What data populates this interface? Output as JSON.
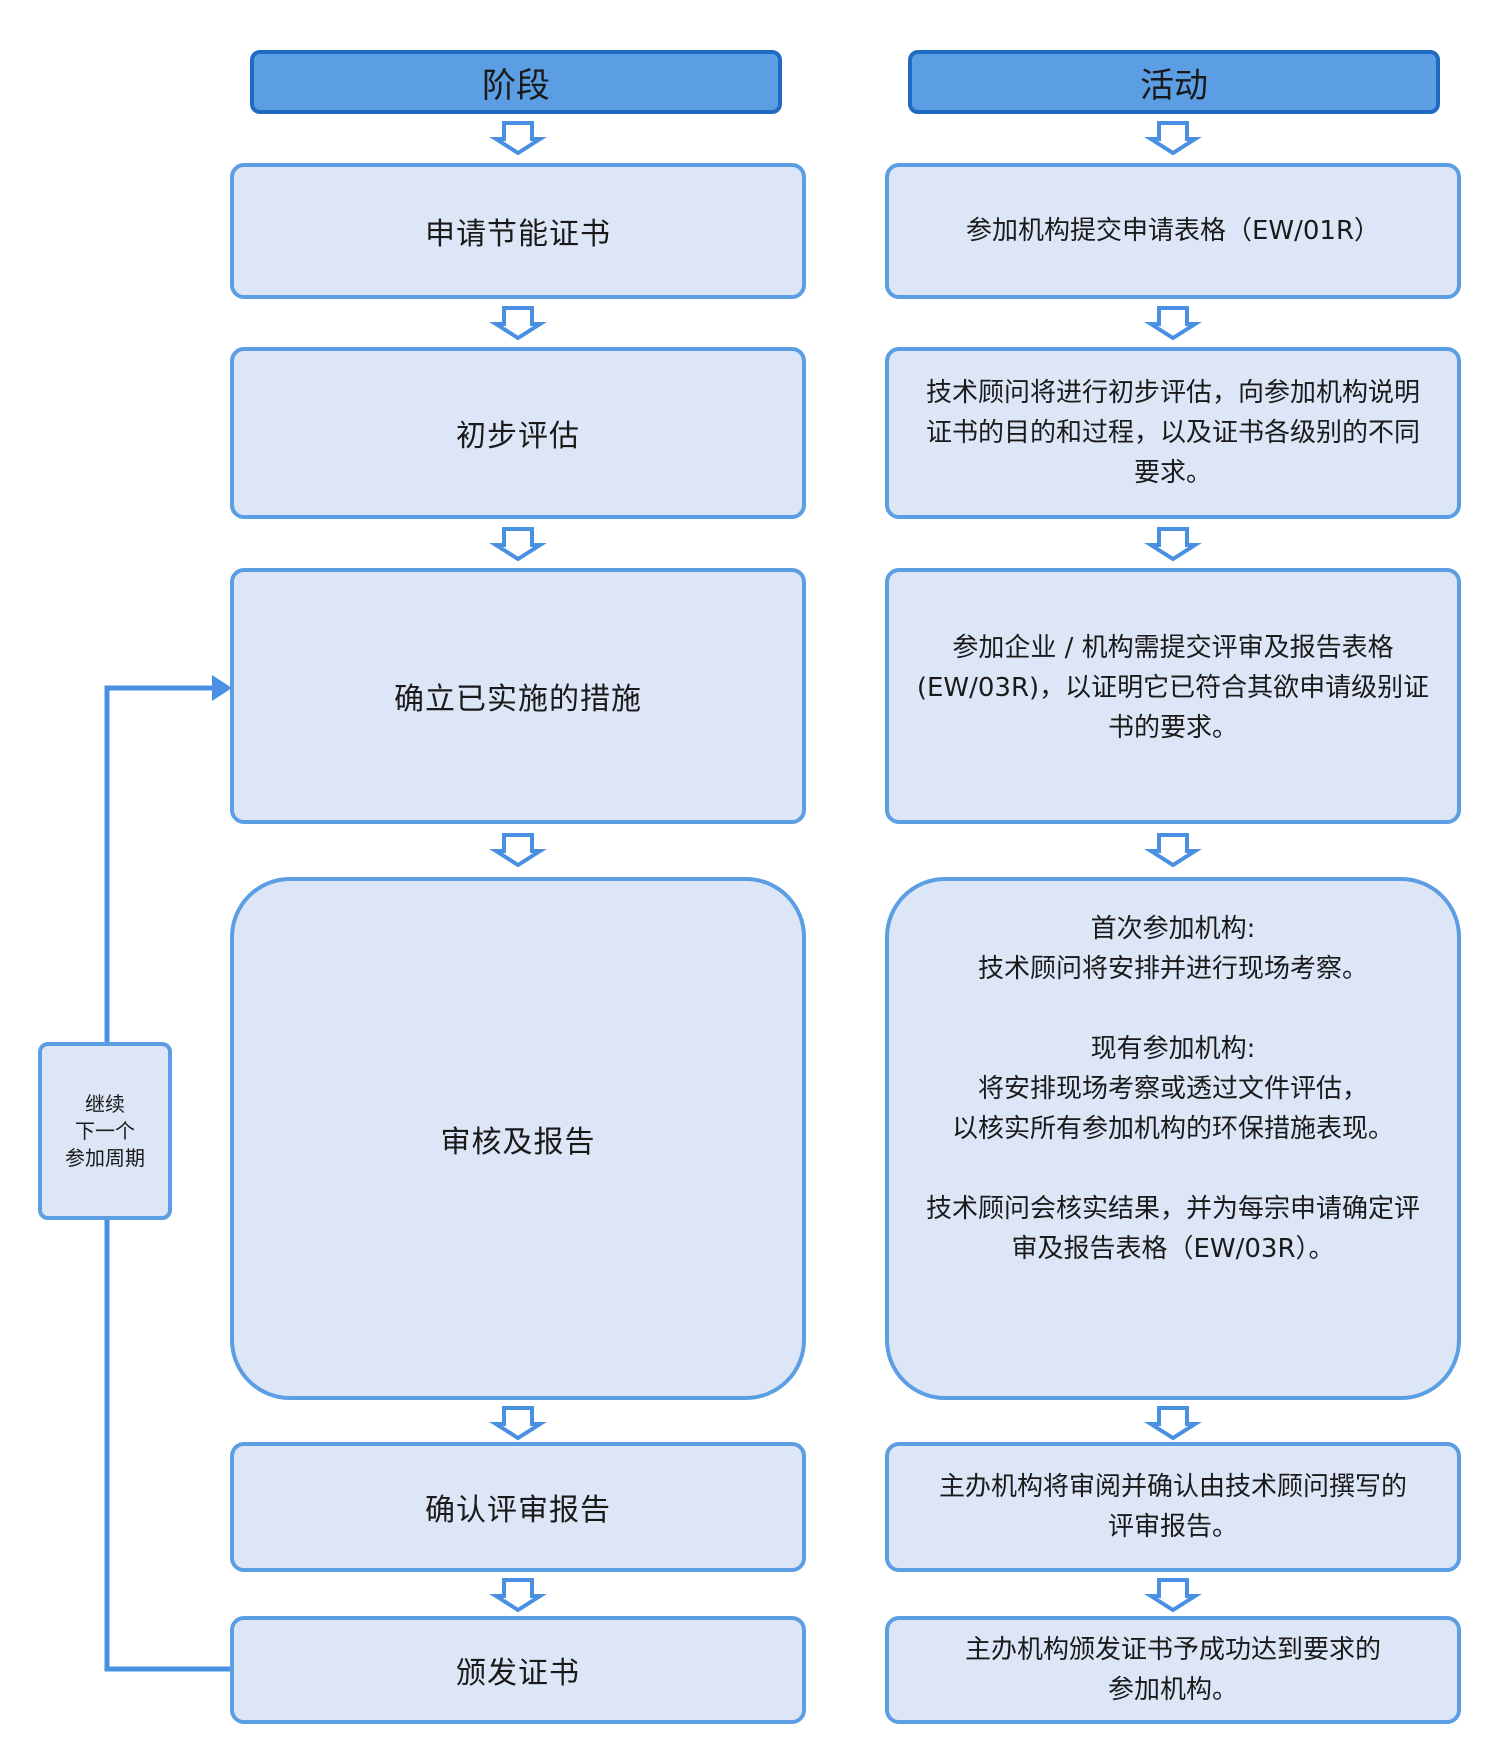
{
  "headers": {
    "stage": "阶段",
    "activity": "活动"
  },
  "stages": [
    "申请节能证书",
    "初步评估",
    "确立已实施的措施",
    "审核及报告",
    "确认评审报告",
    "颁发证书"
  ],
  "activities": [
    [
      "参加机构提交申请表格（EW/01R）"
    ],
    [
      "技术顾问将进行初步评估，向参加机构说明",
      "证书的目的和过程，以及证书各级别的不同",
      "要求。"
    ],
    [
      "参加企业 / 机构需提交评审及报告表格",
      "(EW/03R)，以证明它已符合其欲申请级别证",
      "书的要求。"
    ],
    [
      "首次参加机构:",
      "技术顾问将安排并进行现场考察。",
      "",
      "现有参加机构:",
      "将安排现场考察或透过文件评估，",
      "以核实所有参加机构的环保措施表现。",
      "",
      "技术顾问会核实结果，并为每宗申请确定评",
      "审及报告表格（EW/03R）。"
    ],
    [
      "主办机构将审阅并确认由技术顾问撰写的",
      "评审报告。"
    ],
    [
      "主办机构颁发证书予成功达到要求的",
      "参加机构。"
    ]
  ],
  "cycle": {
    "lines": [
      "继续",
      "下一个",
      "参加周期"
    ]
  },
  "colors": {
    "header_fill": "#5b9ee3",
    "header_border": "#1f6bc2",
    "box_fill": "#dde6f7",
    "box_border": "#5b9ee3",
    "connector": "#4a90e2"
  }
}
